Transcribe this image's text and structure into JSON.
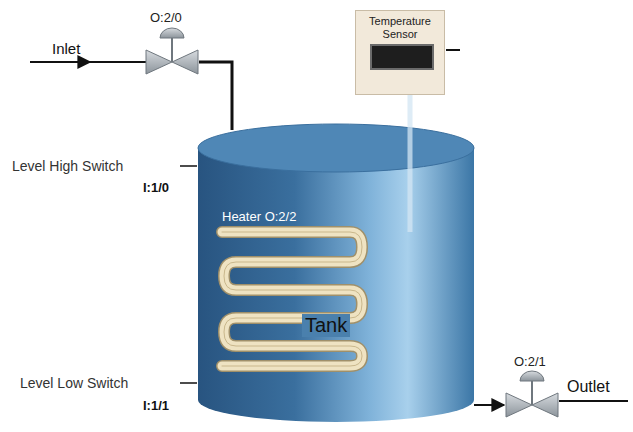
{
  "diagram": {
    "nodes": [
      {
        "text": [
          "Temperature Sensor"
        ]
      },
      {
        "text": [
          "Tank"
        ]
      }
    ],
    "labels": [
      "O:2/0",
      "Inlet",
      "Level High Switch",
      "I:1/0",
      "Heater O:2/2",
      "Level Low Switch",
      "I:1/1",
      "O:2/1",
      "Outlet"
    ]
  }
}
